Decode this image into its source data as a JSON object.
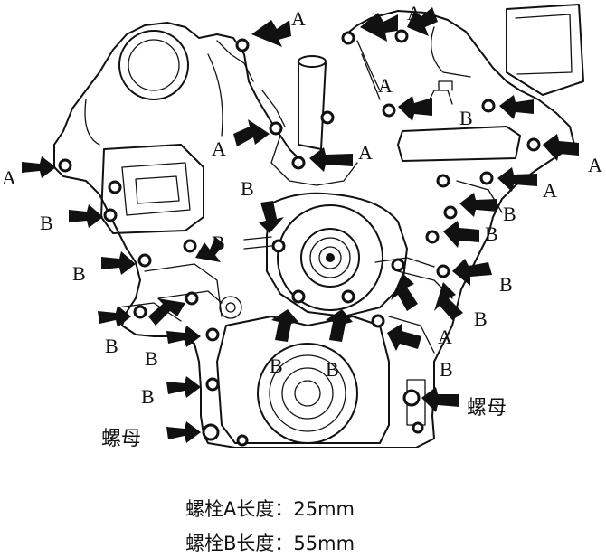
{
  "labels": {
    "a": "A",
    "b": "B",
    "nut": "螺母"
  },
  "caption": {
    "line1": "螺栓A长度：25mm",
    "line2": "螺栓B长度：55mm"
  },
  "colors": {
    "ink": "#111111",
    "background": "#ffffff"
  }
}
